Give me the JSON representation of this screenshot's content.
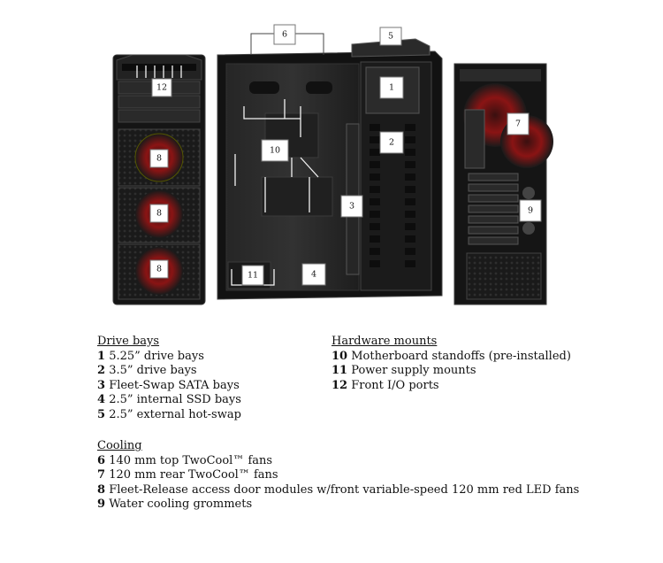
{
  "callouts": {
    "c1": "1",
    "c2": "2",
    "c3": "3",
    "c4": "4",
    "c5": "5",
    "c6": "6",
    "c7": "7",
    "c8a": "8",
    "c8b": "8",
    "c8c": "8",
    "c9": "9",
    "c10": "10",
    "c11": "11",
    "c12": "12"
  },
  "legend": {
    "drive_bays": {
      "heading": "Drive bays",
      "items": [
        {
          "num": "1",
          "text": "5.25” drive bays"
        },
        {
          "num": "2",
          "text": "3.5” drive bays"
        },
        {
          "num": "3",
          "text": "Fleet-Swap SATA bays"
        },
        {
          "num": "4",
          "text": "2.5” internal SSD bays"
        },
        {
          "num": "5",
          "text": "2.5” external hot-swap"
        }
      ]
    },
    "hardware_mounts": {
      "heading": "Hardware mounts",
      "items": [
        {
          "num": "10",
          "text": "Motherboard standoffs (pre-installed)"
        },
        {
          "num": "11",
          "text": "Power supply mounts"
        },
        {
          "num": "12",
          "text": "Front I/O ports"
        }
      ]
    },
    "cooling": {
      "heading": "Cooling",
      "items": [
        {
          "num": "6",
          "text": "140 mm top TwoCool™ fans"
        },
        {
          "num": "7",
          "text": "120 mm rear TwoCool™ fans"
        },
        {
          "num": "8",
          "text": "Fleet-Release access door modules w/front variable-speed 120 mm red LED fans"
        },
        {
          "num": "9",
          "text": "Water cooling grommets"
        }
      ]
    }
  },
  "colors": {
    "case_body": "#1c1c1c",
    "case_edge": "#3a3a3a",
    "led_red": "#a81818",
    "callout_box": "#ffffff"
  }
}
